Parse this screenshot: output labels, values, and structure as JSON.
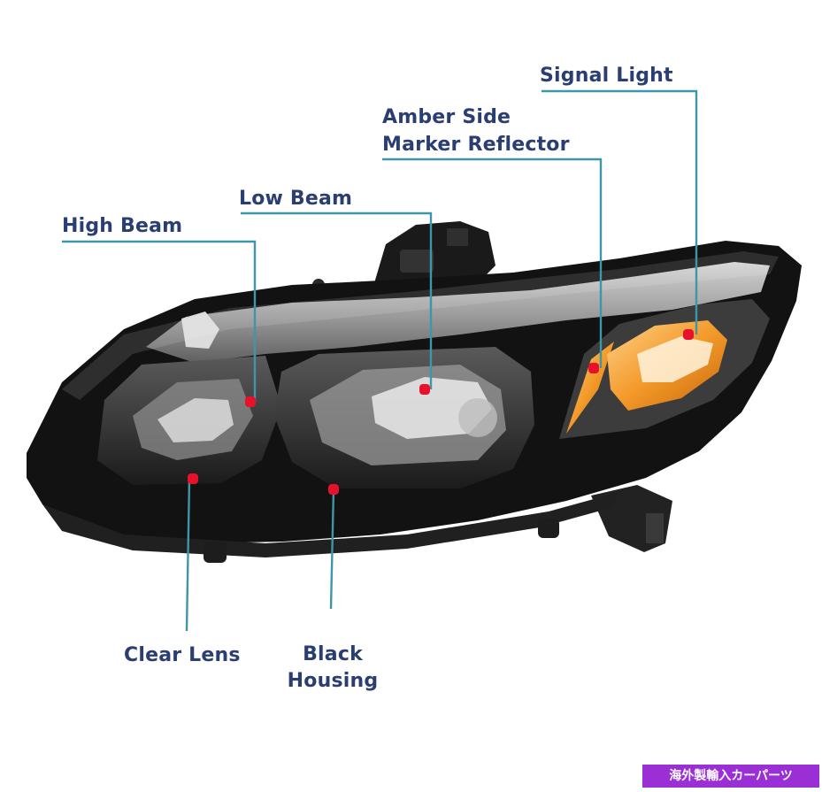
{
  "labels": {
    "signal_light": "Signal Light",
    "amber_line1": "Amber Side",
    "amber_line2": "Marker Reflector",
    "low_beam": "Low Beam",
    "high_beam": "High Beam",
    "clear_lens": "Clear Lens",
    "black_line1": "Black",
    "black_line2": "Housing"
  },
  "watermark": "海外製輸入カーパーツ",
  "colors": {
    "label_text": "#2a3e72",
    "leader_line": "#3d97a8",
    "marker_dot": "#e8102a",
    "housing": "#141414",
    "amber": "#f08a1a",
    "watermark_bg": "#9b2fd6"
  }
}
